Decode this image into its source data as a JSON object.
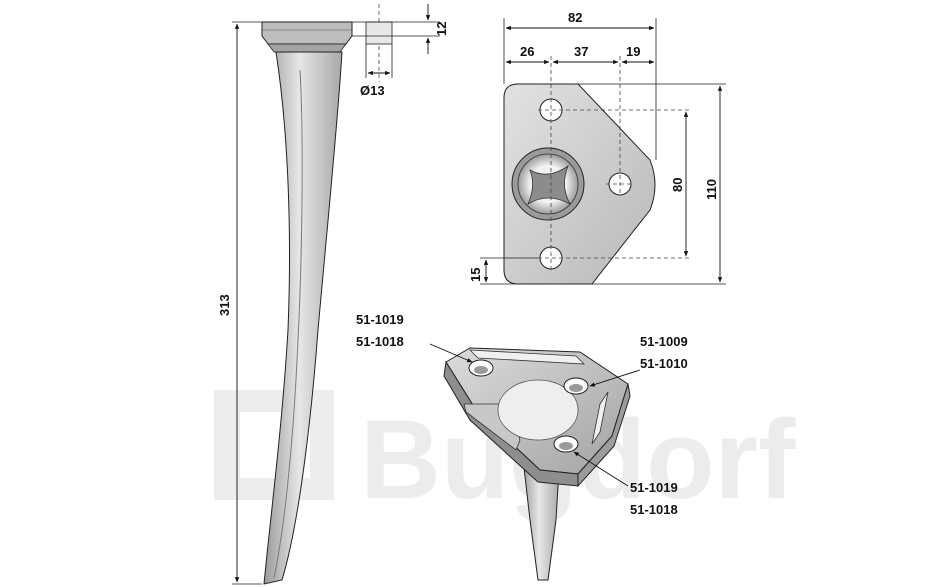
{
  "watermark": {
    "text": "Bugdorf"
  },
  "tine": {
    "length_label": "313",
    "flange_thickness_label": "12",
    "hole_diameter_label": "Ø13"
  },
  "plate": {
    "width_total_label": "82",
    "width_left_label": "26",
    "width_mid_label": "37",
    "width_right_label": "19",
    "height_total_label": "110",
    "hole_spacing_label": "80",
    "bottom_offset_label": "15"
  },
  "callouts": {
    "top_left": {
      "line1": "51-1019",
      "line2": "51-1018"
    },
    "right": {
      "line1": "51-1009",
      "line2": "51-1010"
    },
    "bottom": {
      "line1": "51-1019",
      "line2": "51-1018"
    }
  },
  "colors": {
    "metal_light": "#d2d2d2",
    "metal_mid": "#b4b4b4",
    "metal_dark": "#8a8a8a",
    "outline": "#222222",
    "watermark": "#ececec"
  }
}
